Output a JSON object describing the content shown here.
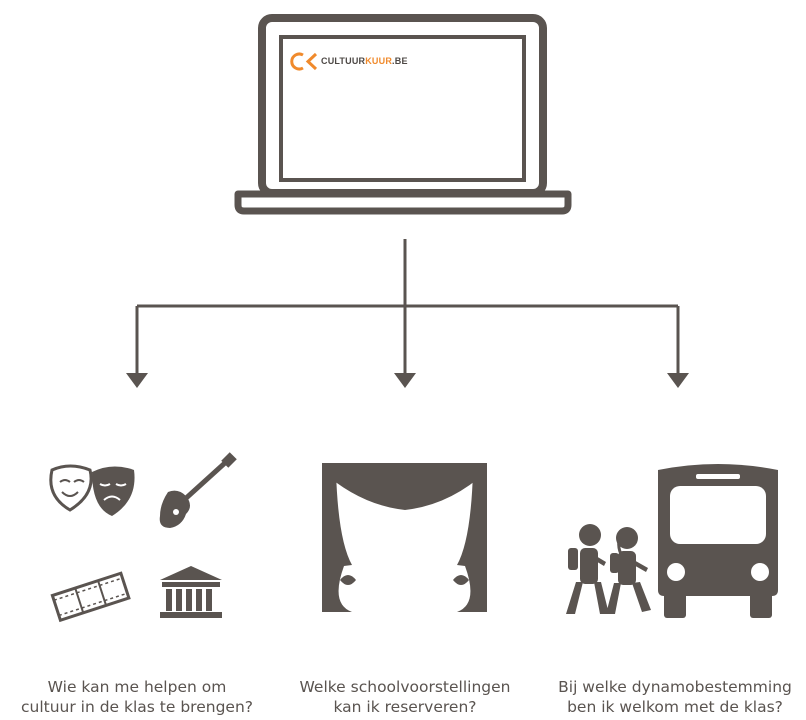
{
  "logo": {
    "part1": "CULTUUR",
    "part2": "KUUR",
    "part3": ".BE"
  },
  "captions": [
    {
      "line1": "Wie kan me helpen om",
      "line2": "cultuur in de klas te brengen?"
    },
    {
      "line1": "Welke schoolvoorstellingen",
      "line2": "kan ik reserveren?"
    },
    {
      "line1": "Bij welke dynamobestemming",
      "line2": "ben ik welkom met de klas?"
    }
  ],
  "colors": {
    "ink": "#5a5450",
    "accent": "#f08a2c",
    "background": "#ffffff"
  },
  "icons": [
    "laptop-icon",
    "theater-masks-icon",
    "electric-guitar-icon",
    "film-strip-icon",
    "museum-icon",
    "stage-curtain-icon",
    "children-icon",
    "bus-icon"
  ]
}
